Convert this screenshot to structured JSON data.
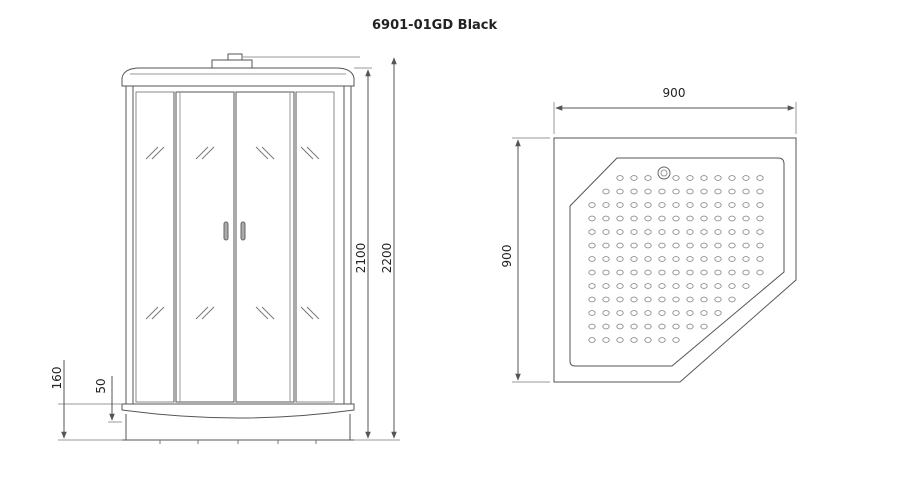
{
  "title": "6901-01GD Black",
  "front_view": {
    "dims": {
      "height_total": "2200",
      "height_cabin": "2100",
      "tray_height": "160",
      "step_height": "50"
    }
  },
  "top_view": {
    "dims": {
      "width": "900",
      "depth": "900"
    }
  },
  "colors": {
    "line": "#555555",
    "light": "#9a9a9a",
    "hole": "#8c8c8c"
  }
}
